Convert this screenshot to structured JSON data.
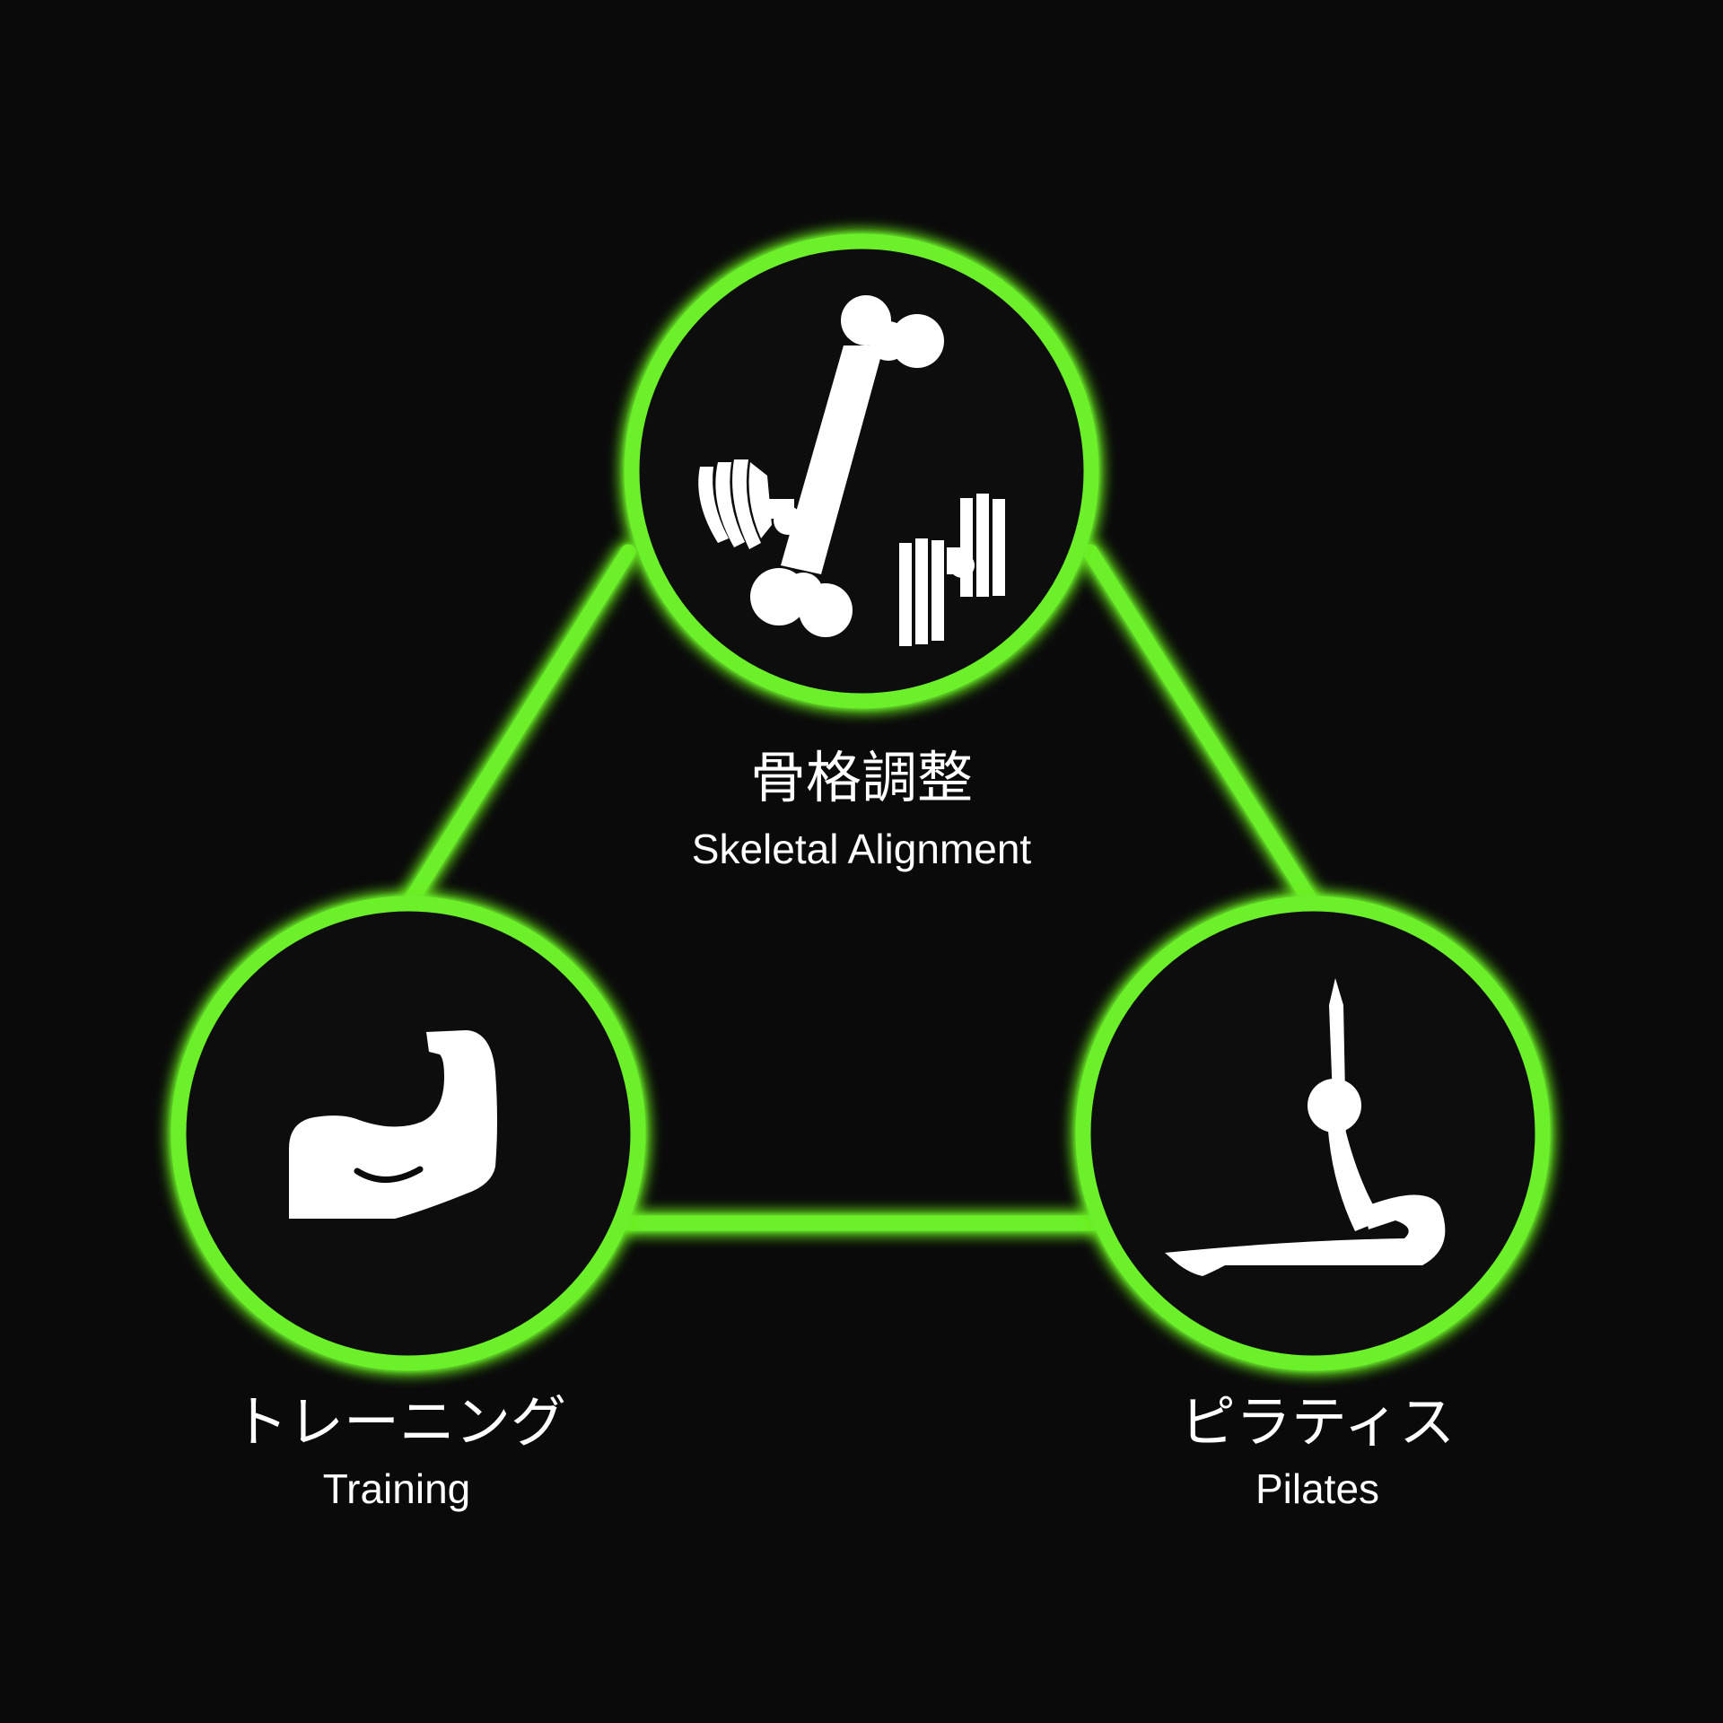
{
  "colors": {
    "background": "#0a0a0a",
    "accent": "#6cf02a",
    "icon": "#ffffff",
    "text": "#ffffff"
  },
  "nodes": {
    "top": {
      "icon": "bone-dumbbell-icon",
      "label_jp": "骨格調整",
      "label_en": "Skeletal Alignment"
    },
    "left": {
      "icon": "flexed-bicep-icon",
      "label_jp": "トレーニング",
      "label_en": "Training"
    },
    "right": {
      "icon": "pilates-pose-icon",
      "label_jp": "ピラティス",
      "label_en": "Pilates"
    }
  }
}
